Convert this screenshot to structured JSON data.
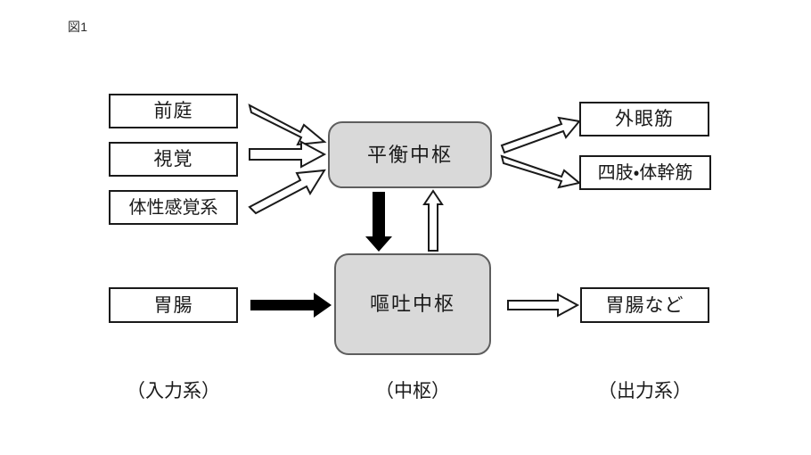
{
  "figure": {
    "label": "図1"
  },
  "colors": {
    "center_box_fill": "#D9D9D9",
    "center_box_border": "#5E5E5E",
    "node_border": "#1A1A1A",
    "page_background": "#FFFFFF",
    "solid_arrow": "#000000",
    "hollow_arrow_fill": "#FFFFFF"
  },
  "columns": [
    {
      "id": "input",
      "caption": "（入力系）"
    },
    {
      "id": "center",
      "caption": "（中枢）"
    },
    {
      "id": "output",
      "caption": "（出力系）"
    }
  ],
  "input_nodes": [
    {
      "id": "vestibular",
      "label": "前庭"
    },
    {
      "id": "vision",
      "label": "視覚"
    },
    {
      "id": "somatosensory",
      "label": "体性感覚系"
    },
    {
      "id": "gastro",
      "label": "胃腸"
    }
  ],
  "center_nodes": [
    {
      "id": "equilibrium-center",
      "label": "平衡中枢"
    },
    {
      "id": "vomiting-center",
      "label": "嘔吐中枢"
    }
  ],
  "output_nodes": [
    {
      "id": "extraocular-muscle",
      "label": "外眼筋"
    },
    {
      "id": "limb-trunk-muscle",
      "label": "四肢・体幹筋"
    },
    {
      "id": "gastro-etc",
      "label": "胃腸など"
    }
  ],
  "arrows": [
    {
      "id": "vestibular-to-equilibrium",
      "style": "hollow",
      "from": "前庭",
      "to": "平衡中枢"
    },
    {
      "id": "vision-to-equilibrium",
      "style": "hollow",
      "from": "視覚",
      "to": "平衡中枢"
    },
    {
      "id": "somatosensory-to-equilibrium",
      "style": "hollow",
      "from": "体性感覚系",
      "to": "平衡中枢"
    },
    {
      "id": "equilibrium-to-extraocular",
      "style": "hollow",
      "from": "平衡中枢",
      "to": "外眼筋"
    },
    {
      "id": "equilibrium-to-limb-trunk",
      "style": "hollow",
      "from": "平衡中枢",
      "to": "四肢・体幹筋"
    },
    {
      "id": "equilibrium-to-vomiting",
      "style": "solid",
      "from": "平衡中枢",
      "to": "嘔吐中枢"
    },
    {
      "id": "vomiting-to-equilibrium",
      "style": "hollow",
      "from": "嘔吐中枢",
      "to": "平衡中枢"
    },
    {
      "id": "gastro-to-vomiting",
      "style": "solid",
      "from": "胃腸",
      "to": "嘔吐中枢"
    },
    {
      "id": "vomiting-to-gastro-etc",
      "style": "hollow",
      "from": "嘔吐中枢",
      "to": "胃腸など"
    }
  ]
}
